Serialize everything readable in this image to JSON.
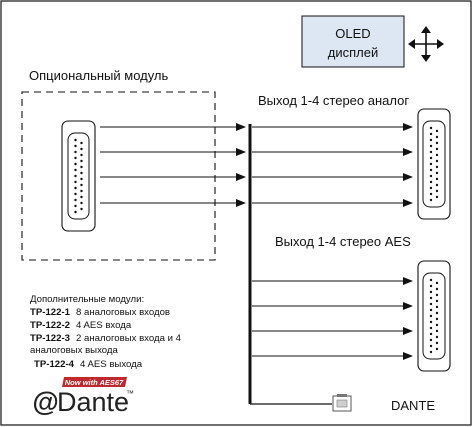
{
  "oled": {
    "line1": "OLED",
    "line2": "дисплей"
  },
  "optional_module": {
    "label": "Опциональный модуль"
  },
  "outputs": {
    "analog_label": "Выход 1-4 стерео аналог",
    "aes_label": "Выход 1-4 стерео AES",
    "dante_label": "DANTE"
  },
  "modules": {
    "title": "Дополнительные модули:",
    "items": [
      {
        "code": "TP-122-1",
        "desc": "8 аналоговых входов"
      },
      {
        "code": "TP-122-2",
        "desc": "4 AES входа"
      },
      {
        "code": "TP-122-3",
        "desc": "2 аналоговых входа и 4"
      },
      {
        "code": "",
        "desc": "аналоговых выхода"
      },
      {
        "code": "TP-122-4",
        "desc": "4 AES выхода"
      }
    ]
  },
  "logo": {
    "badge": "Now with AES67",
    "wordmark": "Dante",
    "tm": "™"
  },
  "colors": {
    "oled_fill": "#dde6f3",
    "logo_red": "#c0282e",
    "line": "#111111"
  }
}
